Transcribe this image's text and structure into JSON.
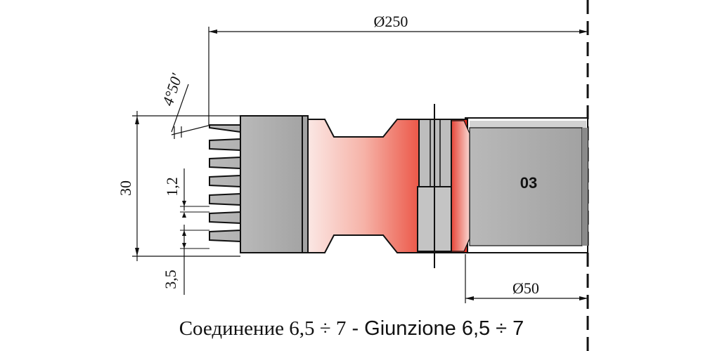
{
  "dimensions": {
    "outer_diameter": "Ø250",
    "bore_diameter": "Ø50",
    "angle": "4°50'",
    "height": "30",
    "tooth_pitch": "1,2",
    "tooth_depth": "3,5"
  },
  "part_label": "03",
  "caption": {
    "russian": "Соединение 6,5 ÷ 7",
    "separator": " - ",
    "italian": "Giunzione 6,5 ÷ 7"
  },
  "colors": {
    "body_gray": "#a9a9a9",
    "red_gradient_light": "#fbe6e3",
    "red_gradient_dark": "#e63022"
  }
}
